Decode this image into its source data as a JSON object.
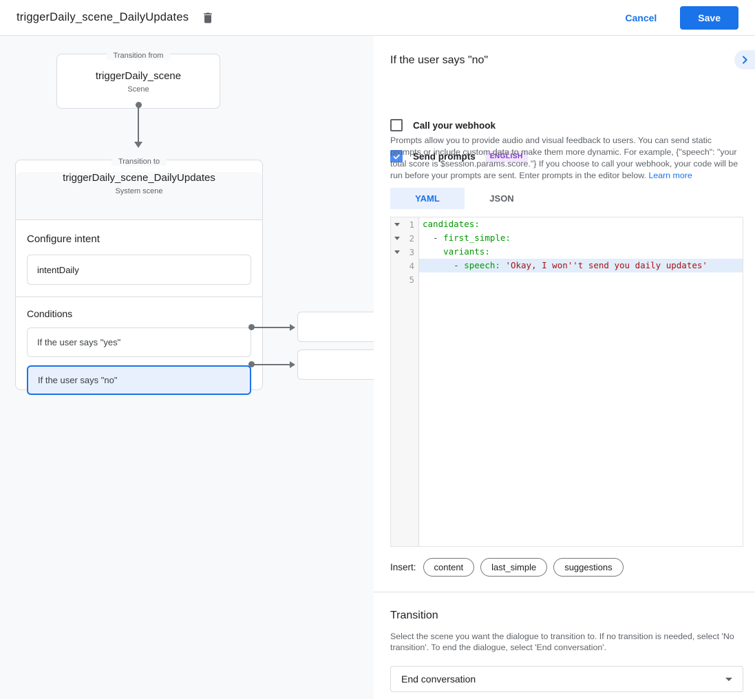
{
  "header": {
    "title": "triggerDaily_scene_DailyUpdates",
    "cancel_label": "Cancel",
    "save_label": "Save"
  },
  "colors": {
    "accent_blue": "#1a73e8",
    "light_blue": "#e8f0fe",
    "canvas_bg": "#f8f9fa",
    "selected_condition_bg": "#e8f0fe",
    "badge_bg": "#f2e7fe",
    "badge_text": "#8430ce",
    "yaml_key": "#009900",
    "yaml_string": "#aa1111"
  },
  "canvas": {
    "transition_from": {
      "legend": "Transition from",
      "name": "triggerDaily_scene",
      "type": "Scene"
    },
    "transition_to": {
      "legend": "Transition to",
      "name": "triggerDaily_scene_DailyUpdates",
      "type": "System scene"
    },
    "configure_intent": {
      "label": "Configure intent",
      "value": "intentDaily"
    },
    "conditions": {
      "label": "Conditions",
      "items": [
        {
          "label": "If the user says \"yes\"",
          "selected": false
        },
        {
          "label": "If the user says \"no\"",
          "selected": true
        }
      ]
    }
  },
  "panel": {
    "title": "If the user says \"no\"",
    "webhook_checkbox": {
      "label": "Call your webhook",
      "checked": false
    },
    "prompts_checkbox": {
      "label": "Send prompts",
      "checked": true,
      "badge": "ENGLISH"
    },
    "description": "Prompts allow you to provide audio and visual feedback to users. You can send static prompts or include custom data to make them more dynamic. For example, {\"speech\": \"your total score is $session.params.score.\"} If you choose to call your webhook, your code will be run before your prompts are sent. Enter prompts in the editor below. ",
    "learn_more_label": "Learn more",
    "tabs": [
      {
        "label": "YAML",
        "active": true
      },
      {
        "label": "JSON",
        "active": false
      }
    ],
    "editor": {
      "lines": [
        {
          "num": 1,
          "fold": true,
          "highlight": false,
          "tokens": [
            {
              "t": "key",
              "v": "candidates:"
            }
          ]
        },
        {
          "num": 2,
          "fold": true,
          "highlight": false,
          "tokens": [
            {
              "t": "plain",
              "v": "  - "
            },
            {
              "t": "key",
              "v": "first_simple:"
            }
          ]
        },
        {
          "num": 3,
          "fold": true,
          "highlight": false,
          "tokens": [
            {
              "t": "plain",
              "v": "    "
            },
            {
              "t": "key",
              "v": "variants:"
            }
          ]
        },
        {
          "num": 4,
          "fold": false,
          "highlight": true,
          "tokens": [
            {
              "t": "plain",
              "v": "      - "
            },
            {
              "t": "key",
              "v": "speech:"
            },
            {
              "t": "plain",
              "v": " "
            },
            {
              "t": "str",
              "v": "'Okay, I won''t send you daily updates'"
            }
          ]
        },
        {
          "num": 5,
          "fold": false,
          "highlight": false,
          "tokens": []
        }
      ]
    },
    "insert": {
      "label": "Insert:",
      "chips": [
        "content",
        "last_simple",
        "suggestions"
      ]
    },
    "transition": {
      "title": "Transition",
      "description": "Select the scene you want the dialogue to transition to. If no transition is needed, select 'No transition'. To end the dialogue, select 'End conversation'.",
      "value": "End conversation"
    }
  }
}
